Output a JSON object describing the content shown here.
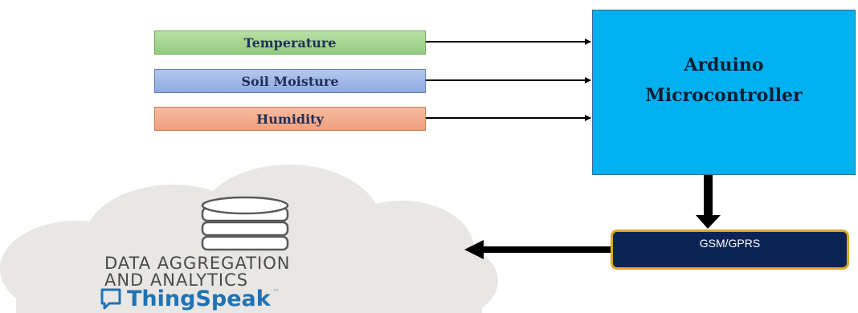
{
  "sensors": {
    "temperature": "Temperature",
    "soil_moisture": "Soil Moisture",
    "humidity": "Humidity"
  },
  "controller": {
    "line1": "Arduino",
    "line2": "Microcontroller"
  },
  "gsm": {
    "label": "GSM/GPRS"
  },
  "cloud": {
    "line1": "DATA AGGREGATION",
    "line2": "AND ANALYTICS",
    "brand": "ThingSpeak",
    "tm": "™"
  },
  "colors": {
    "controller": "#00b0ef",
    "gsm_fill": "#0c2455",
    "gsm_border": "#e0a81a",
    "temperature": "#95cc7f",
    "soil_moisture": "#8eaadf",
    "humidity": "#f0a07e",
    "cloud": "#e9e7e4",
    "brand": "#1f73b4"
  }
}
